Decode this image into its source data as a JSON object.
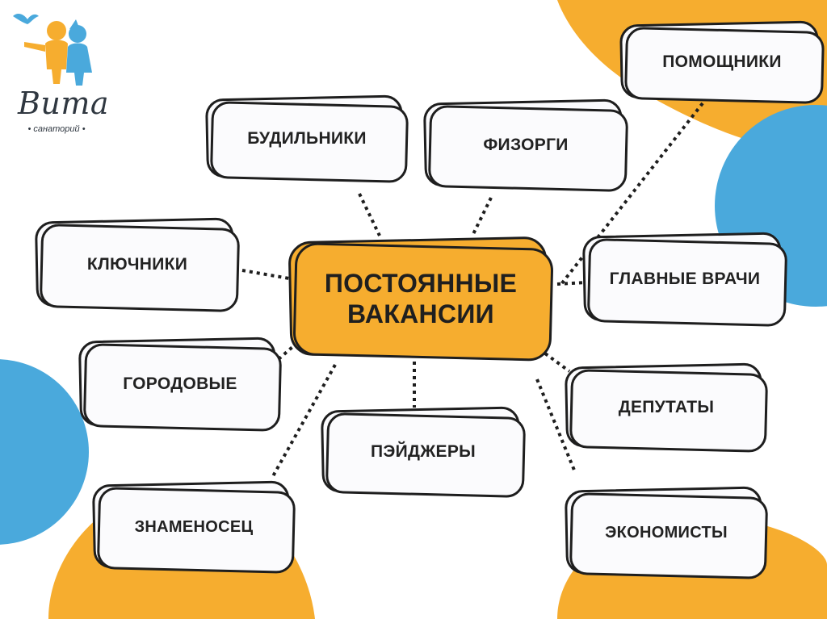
{
  "logo": {
    "name": "Вита",
    "subtitle": "• санаторий •",
    "icon": "children-bird-logo"
  },
  "colors": {
    "accent_orange": "#f6ad2f",
    "accent_blue": "#4aa9dc",
    "outline": "#1e1e1e",
    "node_fill": "#fbfbfd"
  },
  "center": {
    "line1": "ПОСТОЯННЫЕ",
    "line2": "ВАКАНСИИ"
  },
  "nodes": {
    "budilniki": "БУДИЛЬНИКИ",
    "fizorgi": "ФИЗОРГИ",
    "pomoshchniki": "ПОМОЩНИКИ",
    "klyuchniki": "КЛЮЧНИКИ",
    "glavnye_vrachi": "ГЛАВНЫЕ ВРАЧИ",
    "gorodovye": "ГОРОДОВЫЕ",
    "deputaty": "ДЕПУТАТЫ",
    "peidzhery": "ПЭЙДЖЕРЫ",
    "znamenosets": "ЗНАМЕНОСЕЦ",
    "ekonomisty": "ЭКОНОМИСТЫ"
  }
}
